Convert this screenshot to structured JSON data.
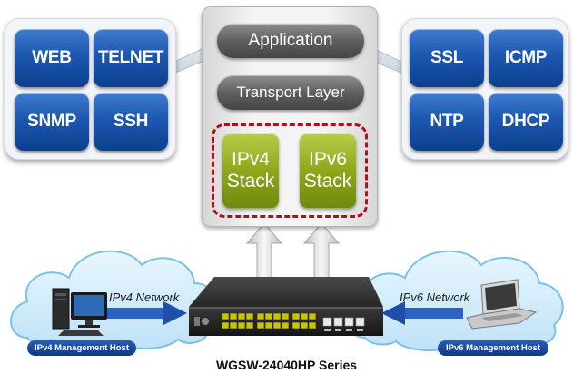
{
  "left_panel": {
    "protocols": [
      "WEB",
      "TELNET",
      "SNMP",
      "SSH"
    ]
  },
  "right_panel": {
    "protocols": [
      "SSL",
      "ICMP",
      "NTP",
      "DHCP"
    ]
  },
  "stack": {
    "application": "Application",
    "transport": "Transport Layer",
    "ipv4": {
      "line1": "IPv4",
      "line2": "Stack"
    },
    "ipv6": {
      "line1": "IPv6",
      "line2": "Stack"
    }
  },
  "networks": {
    "ipv4": {
      "label": "IPv4 Network",
      "host": "IPv4 Management Host"
    },
    "ipv6": {
      "label": "IPv6 Network",
      "host": "IPv6 Management Host"
    }
  },
  "device": {
    "series": "WGSW-24040HP Series"
  },
  "colors": {
    "protocol_blue": "#1d58b0",
    "stack_green": "#8ea81c",
    "layer_gray": "#5f5f5f",
    "dashed_red": "#b0101c",
    "cloud_blue": "#d3ecfb",
    "arrow_blue": "#1f4fa8"
  },
  "icons": [
    "desktop-computer-icon",
    "laptop-icon",
    "network-switch-icon",
    "cloud-icon",
    "arrow-up-icon"
  ]
}
